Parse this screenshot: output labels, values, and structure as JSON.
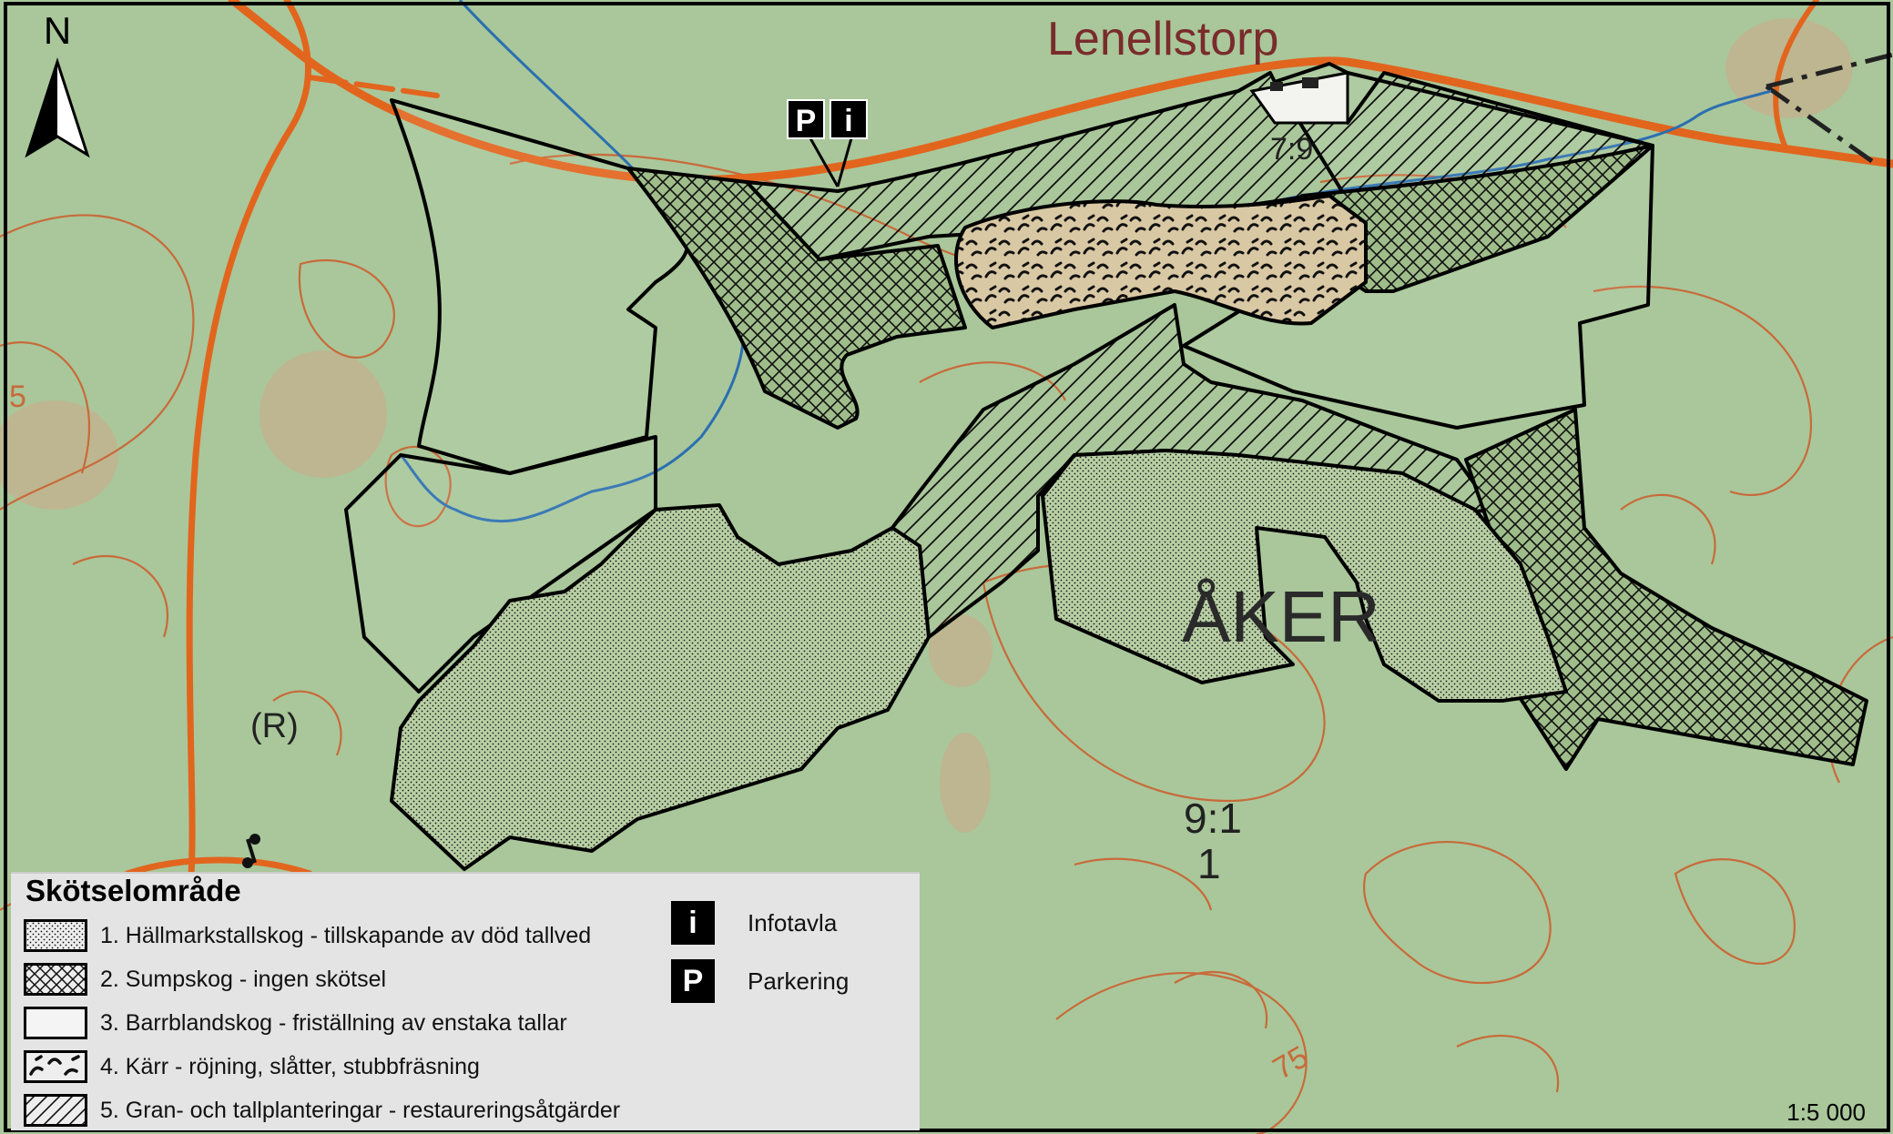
{
  "map": {
    "place_labels": {
      "lenellstorp": "Lenellstorp",
      "aker": "ÅKER",
      "parcel_79": "7:9",
      "parcel_91": "9:1",
      "parcel_1": "1",
      "contour_75": "75",
      "contour_5": "5",
      "marker_r": "(R)"
    },
    "north_label": "N",
    "scale": "1:5 000",
    "poi_markers": {
      "parking": "P",
      "info": "i"
    }
  },
  "legend": {
    "title": "Skötselområde",
    "items": [
      {
        "label": "1. Hällmarkstallskog - tillskapande av död tallved",
        "pattern": "dots"
      },
      {
        "label": "2. Sumpskog - ingen skötsel",
        "pattern": "crosshatch"
      },
      {
        "label": "3. Barrblandskog - friställning av enstaka tallar",
        "pattern": "none"
      },
      {
        "label": "4. Kärr - röjning, slåtter, stubbfräsning",
        "pattern": "marsh"
      },
      {
        "label": "5. Gran- och tallplanteringar - restaureringsåtgärder",
        "pattern": "hatch"
      }
    ],
    "symbols": [
      {
        "glyph": "i",
        "label": "Infotavla"
      },
      {
        "glyph": "P",
        "label": "Parkering"
      }
    ]
  },
  "colors": {
    "forest": "#a9c79a",
    "road": "#e2651e",
    "stream": "#2b6fb0",
    "contour": "#c86a3a",
    "field": "#c6b08e",
    "outline": "#000000",
    "place_label": "#7a2b2b"
  }
}
